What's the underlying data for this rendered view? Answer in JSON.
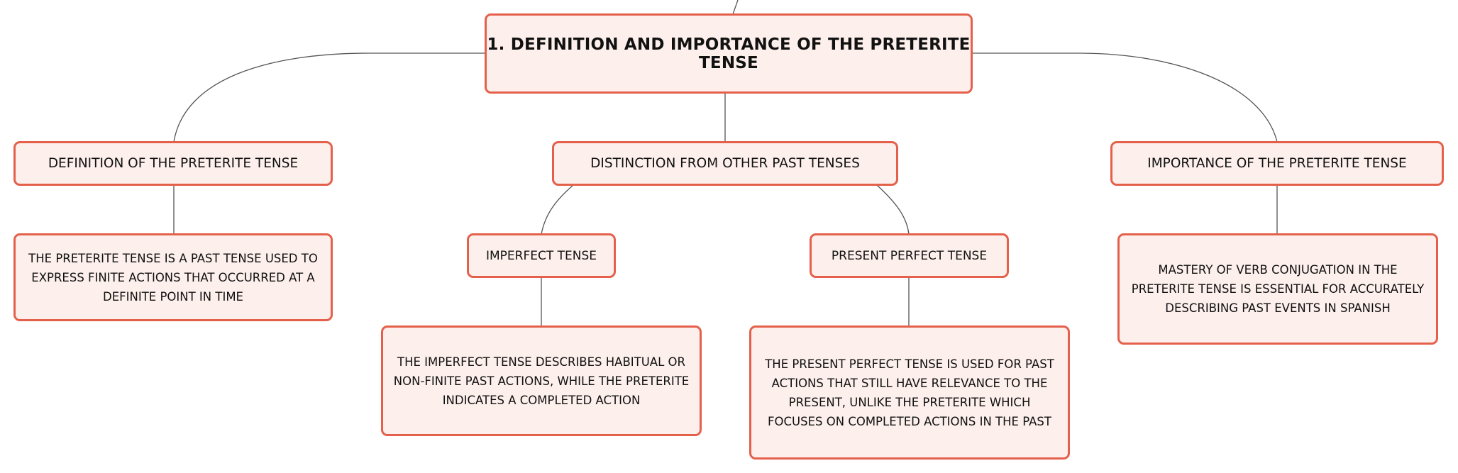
{
  "root": {
    "label": "1. DEFINITION AND IMPORTANCE OF THE PRETERITE TENSE"
  },
  "definition": {
    "title": "DEFINITION OF THE PRETERITE TENSE",
    "text": "THE PRETERITE TENSE IS A PAST TENSE USED TO EXPRESS FINITE ACTIONS THAT OCCURRED AT A DEFINITE POINT IN TIME"
  },
  "distinction": {
    "title": "DISTINCTION FROM OTHER PAST TENSES",
    "imperfect": {
      "title": "IMPERFECT TENSE",
      "text": "THE IMPERFECT TENSE DESCRIBES HABITUAL OR NON-FINITE PAST ACTIONS, WHILE THE PRETERITE INDICATES A COMPLETED ACTION"
    },
    "present_perfect": {
      "title": "PRESENT PERFECT TENSE",
      "text": "THE PRESENT PERFECT TENSE IS USED FOR PAST ACTIONS THAT STILL HAVE RELEVANCE TO THE PRESENT, UNLIKE THE PRETERITE WHICH FOCUSES ON COMPLETED ACTIONS IN THE PAST"
    }
  },
  "importance": {
    "title": "IMPORTANCE OF THE PRETERITE TENSE",
    "text": "MASTERY OF VERB CONJUGATION IN THE PRETERITE TENSE IS ESSENTIAL FOR ACCURATELY DESCRIBING PAST EVENTS IN SPANISH"
  },
  "colors": {
    "node_fill": "#fdf0ec",
    "node_border": "#e5604b",
    "connector": "#555555"
  }
}
